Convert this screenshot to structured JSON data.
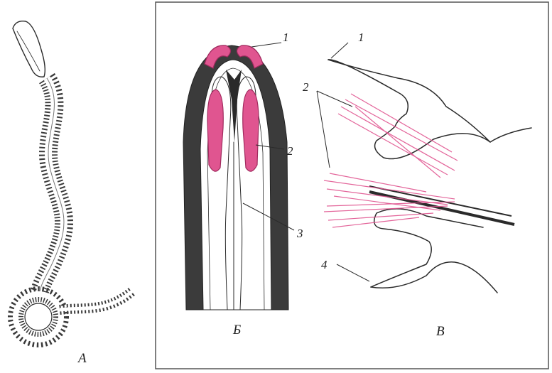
{
  "panels": {
    "a": {
      "letter": "А"
    },
    "b": {
      "letter": "Б",
      "callouts": [
        "1",
        "2",
        "3"
      ]
    },
    "c": {
      "letter": "В",
      "callouts": [
        "1",
        "2",
        "4"
      ]
    }
  },
  "colors": {
    "ink": "#2a2a2a",
    "pink": "#e05590",
    "frame": "#555555"
  }
}
